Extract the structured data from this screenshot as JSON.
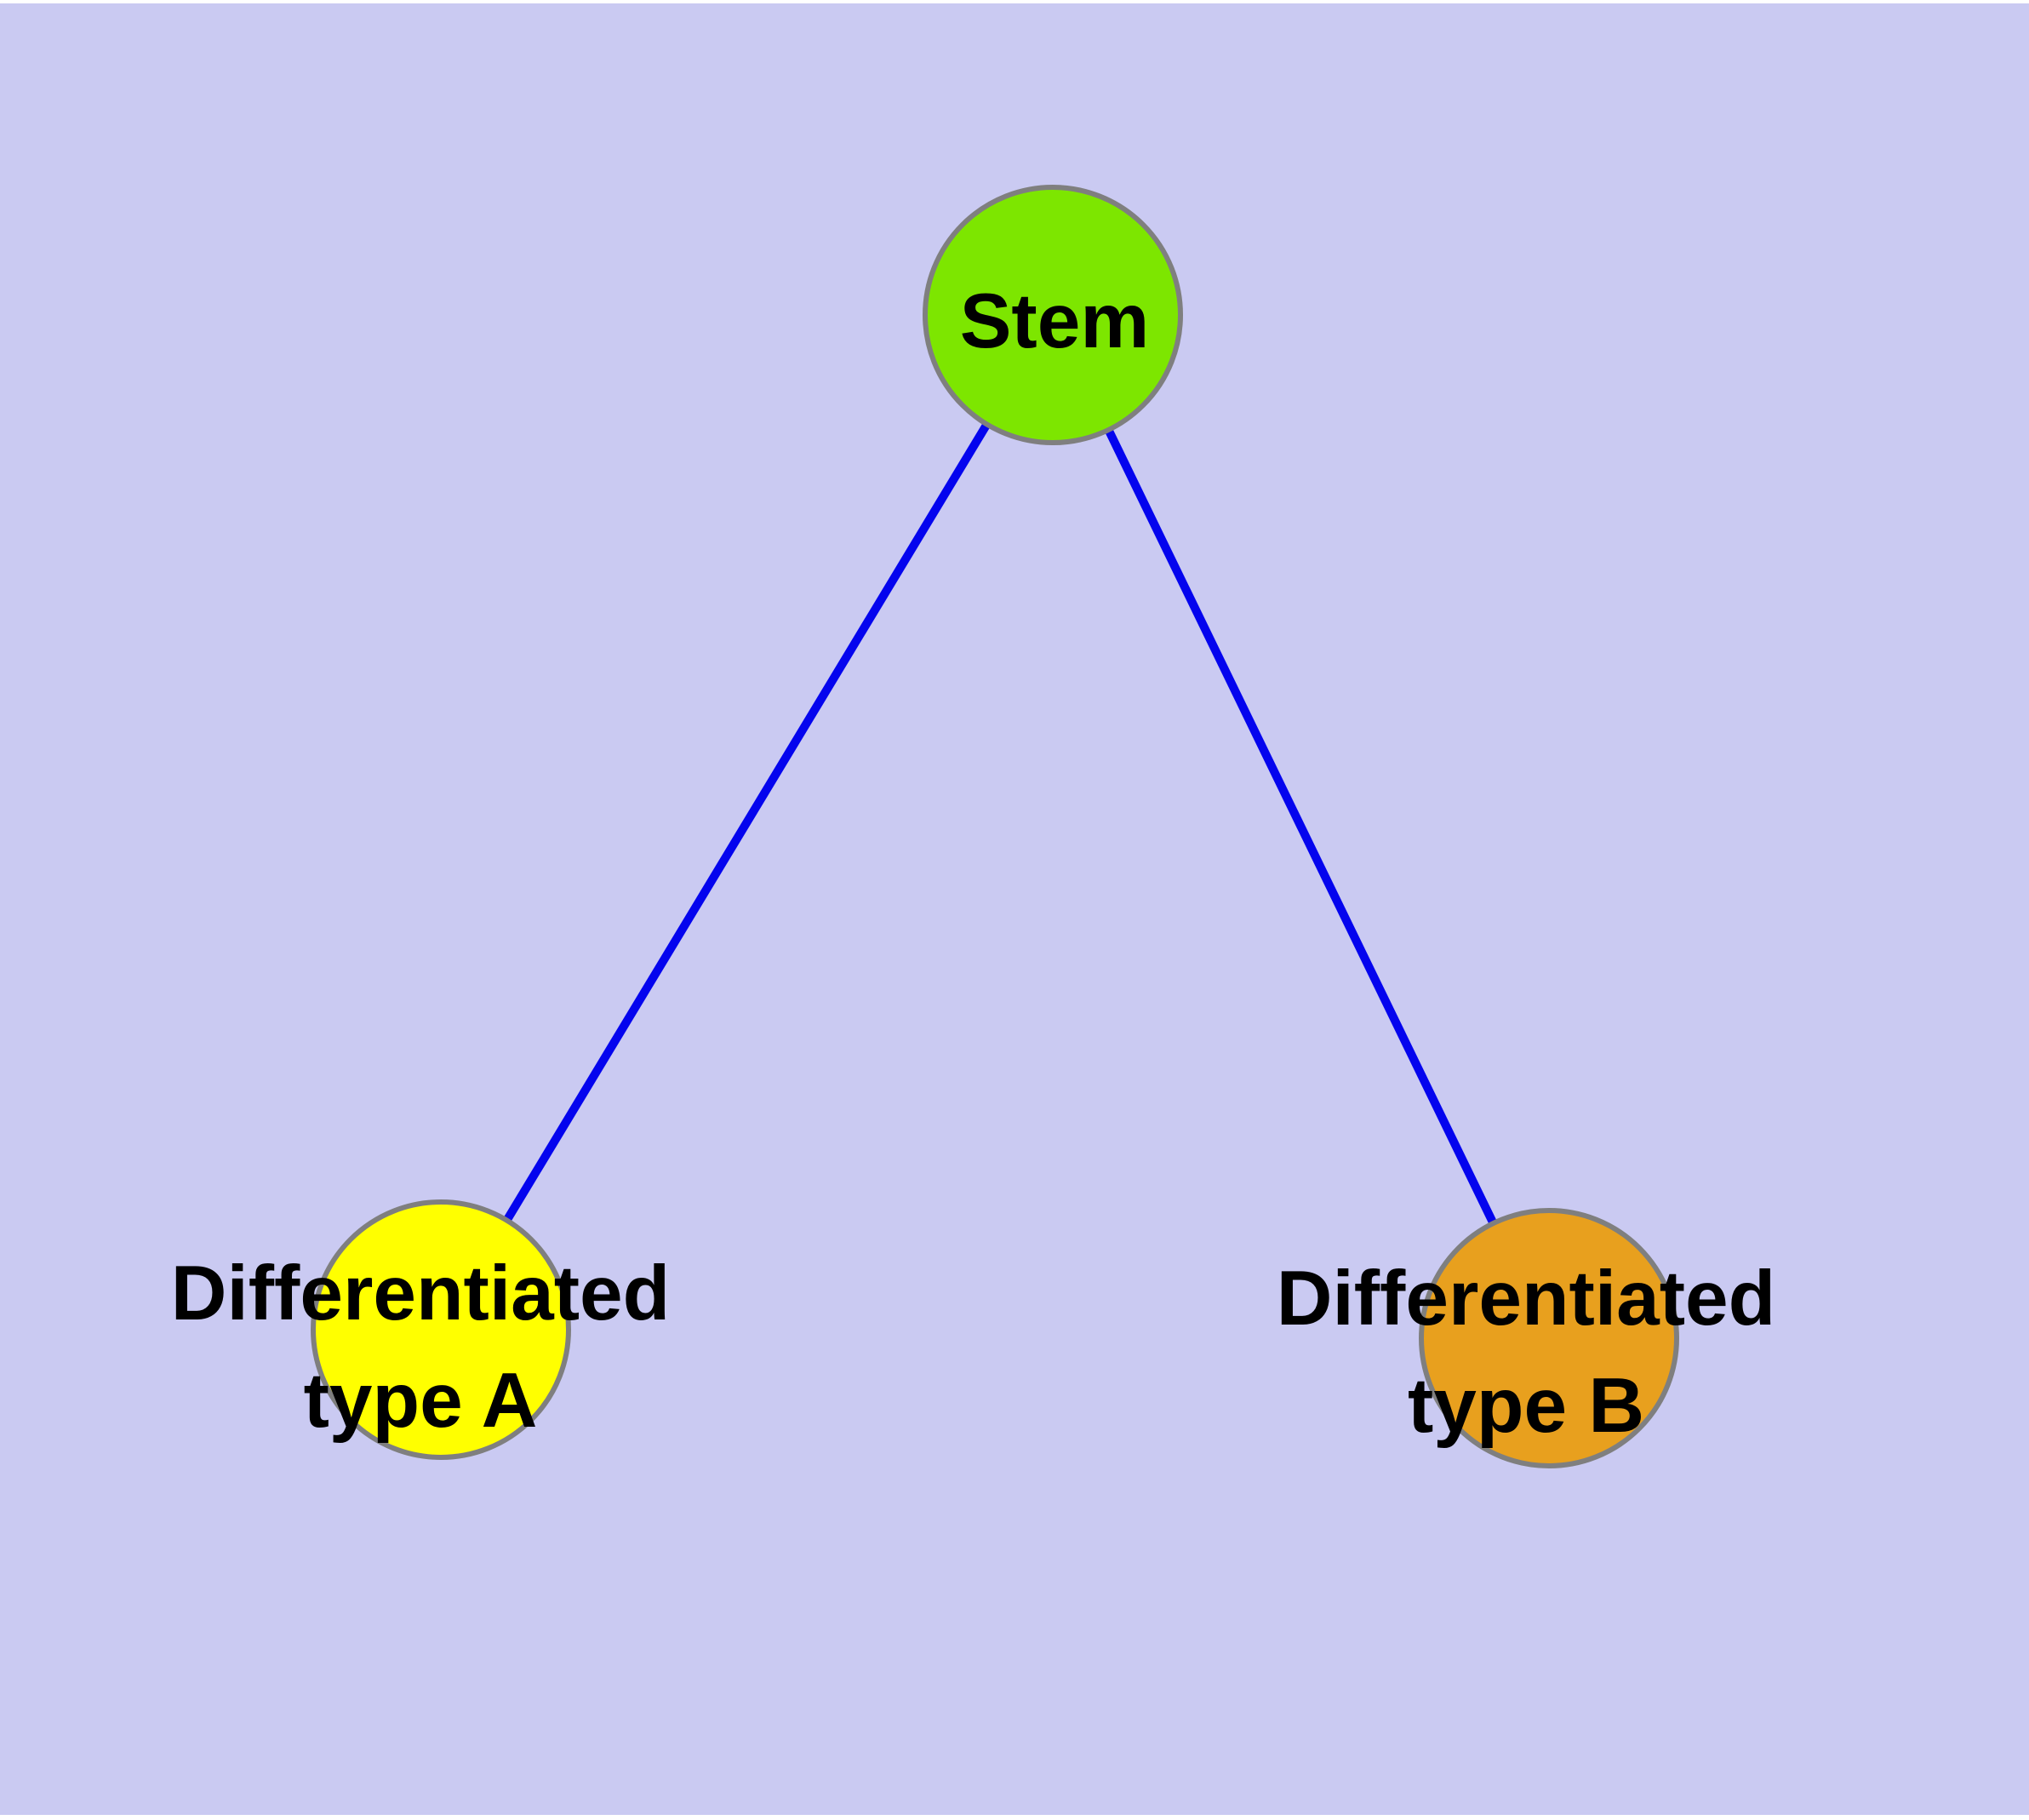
{
  "diagram": {
    "type": "graph",
    "background_color": "#cacaf2",
    "margin_color": "#ffffff",
    "edge_color": "#0404ee",
    "node_border_color": "#7f7f7f",
    "text_color": "#000000",
    "nodes": {
      "stem": {
        "label": "Stem",
        "fill": "#7de600"
      },
      "type_a": {
        "label_line1": "Differentiated",
        "label_line2": "type A",
        "fill": "#ffff00"
      },
      "type_b": {
        "label_line1": "Differentiated",
        "label_line2": "type B",
        "fill": "#e8a01e"
      }
    },
    "edges": [
      {
        "from": "Stem",
        "to": "Differentiated type A"
      },
      {
        "from": "Stem",
        "to": "Differentiated type B"
      }
    ]
  }
}
